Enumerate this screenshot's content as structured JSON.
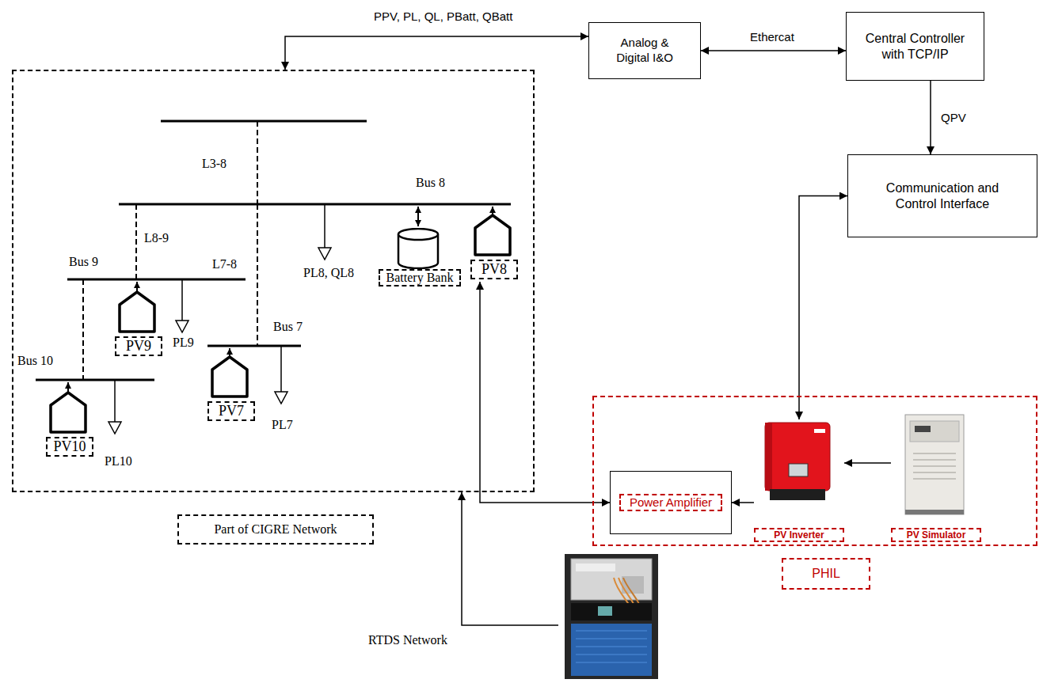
{
  "diagram": {
    "nodes": [
      {
        "text": [
          "Part of CIGRE Network"
        ]
      },
      {
        "text": [
          "PV9"
        ],
        "in": 0
      },
      {
        "text": [
          "PV10"
        ],
        "in": 0
      },
      {
        "text": [
          "PV7"
        ],
        "in": 0
      },
      {
        "text": [
          "Battery Bank"
        ],
        "in": 0
      },
      {
        "text": [
          "PV8"
        ],
        "in": 0
      },
      {
        "text": [
          "Analog & Digital I&O"
        ]
      },
      {
        "text": [
          "Central Controller with TCP/IP"
        ]
      },
      {
        "text": [
          "Communication and Control Interface"
        ]
      },
      {
        "text": [
          "PHIL"
        ]
      },
      {
        "text": [
          "Power Amplifier"
        ],
        "in": 9
      },
      {
        "text": [
          "PV Inverter"
        ],
        "in": 9
      },
      {
        "text": [
          "PV Simulator"
        ],
        "in": 9
      },
      {
        "text": [
          "RTDS Network"
        ]
      }
    ],
    "edges": [
      {
        "from": 0,
        "to": 6,
        "arrow": "both",
        "label": "PPV, PL, QL, PBatt, QBatt"
      },
      {
        "from": 6,
        "to": 7,
        "arrow": "both",
        "label": "Ethercat"
      },
      {
        "from": 7,
        "to": 8,
        "arrow": "to",
        "label": "QPV"
      },
      {
        "from": 8,
        "to": 11,
        "arrow": "both"
      },
      {
        "from": 12,
        "to": 11,
        "arrow": "to"
      },
      {
        "from": 11,
        "to": 10,
        "arrow": "to"
      },
      {
        "from": 5,
        "to": 10,
        "arrow": "both"
      },
      {
        "from": 13,
        "to": 0,
        "arrow": "to"
      }
    ],
    "labels": [
      "L3-8",
      "Bus 8",
      "L8-9",
      "Bus 9",
      "L7-8",
      "Bus 7",
      "Bus 10",
      "PL8, QL8",
      "PL9",
      "PL7",
      "PL10"
    ]
  }
}
